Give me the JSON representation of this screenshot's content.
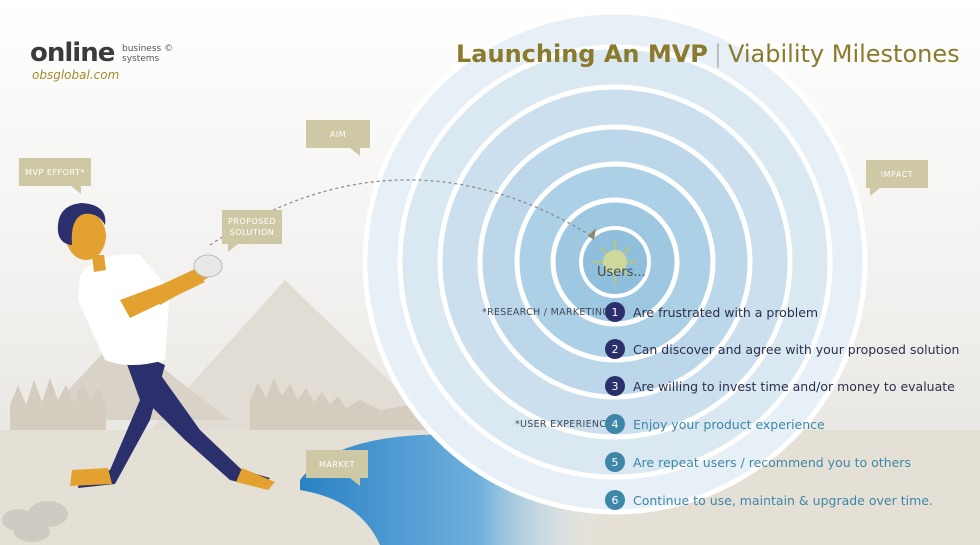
{
  "logo": {
    "brand": "online",
    "tagline_1": "business ©",
    "tagline_2": "systems",
    "url": "obsglobal.com"
  },
  "title": {
    "bold": "Launching An MVP",
    "separator": "|",
    "rest": "Viability Milestones"
  },
  "tags": {
    "aim": "AIM",
    "mvp_effort": "MVP EFFORT*",
    "proposed_solution_1": "PROPOSED",
    "proposed_solution_2": "SOLUTION",
    "impact": "IMPACT",
    "market": "MARKET"
  },
  "target": {
    "center_label": "Users..."
  },
  "notes": {
    "research_marketing": "*RESEARCH / MARKETING",
    "user_experience": "*USER EXPERIENCE"
  },
  "milestones": [
    {
      "num": "1",
      "text": "Are frustrated with a problem"
    },
    {
      "num": "2",
      "text": "Can discover and agree with your proposed solution"
    },
    {
      "num": "3",
      "text": "Are willing to invest time and/or money to evaluate"
    },
    {
      "num": "4",
      "text": "Enjoy your product experience"
    },
    {
      "num": "5",
      "text": "Are repeat users / recommend you to others"
    },
    {
      "num": "6",
      "text": "Continue to use, maintain & upgrade over time."
    }
  ],
  "colors": {
    "title_gold": "#8a7a2c",
    "tag_bg": "#cfc8a5",
    "navy": "#2b2f6b",
    "teal": "#3f87a8",
    "figure_skin": "#e3a230",
    "ring_blue": "#8fbfdc"
  }
}
